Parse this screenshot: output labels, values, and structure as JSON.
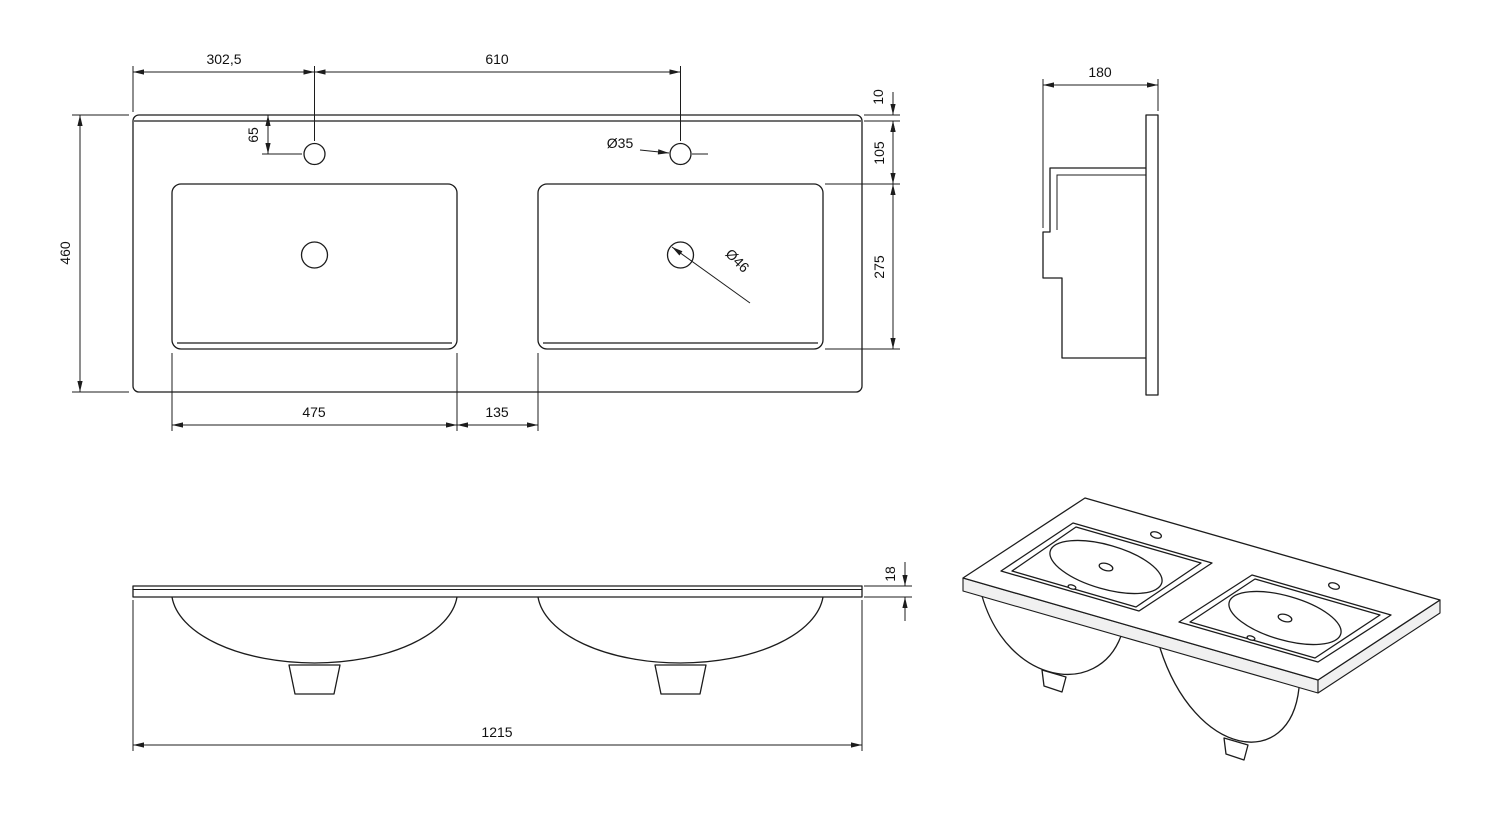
{
  "palette": {
    "line": "#1c1c1c",
    "background": "#ffffff"
  },
  "views": {
    "plan": {
      "dimensions": {
        "left_edge_to_first_hole": "302,5",
        "hole_spacing": "610",
        "back_lip_depth": "10",
        "hole_from_top_edge": "65",
        "lip_to_basin": "105",
        "basin_depth": "275",
        "overall_depth": "460",
        "basin_width": "475",
        "between_basins": "135",
        "faucet_hole_diameter": "Ø35",
        "drain_hole_diameter": "Ø46"
      }
    },
    "side": {
      "dimensions": {
        "overall_height": "180"
      }
    },
    "front": {
      "dimensions": {
        "top_thickness": "18",
        "overall_width": "1215"
      }
    }
  }
}
